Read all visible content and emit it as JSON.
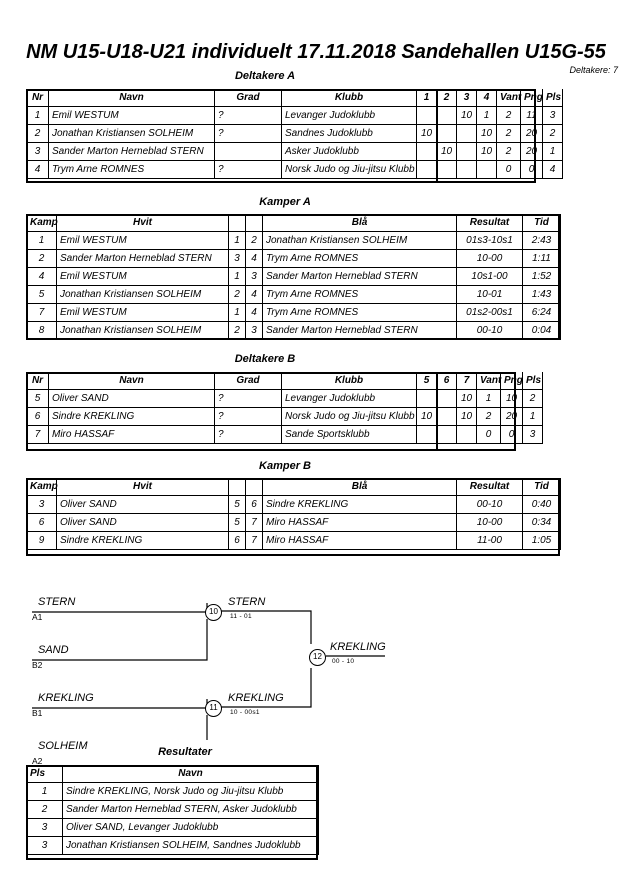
{
  "header": {
    "title": "NM U15-U18-U21 individuelt  17.11.2018  Sandehallen   U15G-55",
    "participants_label": "Deltakere: 7"
  },
  "sections": {
    "deltakere_a": "Deltakere A",
    "kamper_a": "Kamper A",
    "deltakere_b": "Deltakere B",
    "kamper_b": "Kamper B",
    "resultater": "Resultater"
  },
  "pool_a": {
    "headers": [
      "Nr",
      "Navn",
      "Grad",
      "Klubb",
      "1",
      "2",
      "3",
      "4",
      "Vant",
      "Png",
      "Pls"
    ],
    "rows": [
      {
        "nr": "1",
        "navn": "Emil WESTUM",
        "grad": "?",
        "klubb": "Levanger Judoklubb",
        "m": [
          "",
          "",
          "10",
          "1"
        ],
        "vant": "2",
        "png": "11",
        "pls": "3"
      },
      {
        "nr": "2",
        "navn": "Jonathan Kristiansen SOLHEIM",
        "grad": "?",
        "klubb": "Sandnes Judoklubb",
        "m": [
          "10",
          "",
          "",
          "10"
        ],
        "vant": "2",
        "png": "20",
        "pls": "2"
      },
      {
        "nr": "3",
        "navn": "Sander Marton Herneblad STERN",
        "grad": "",
        "klubb": "Asker Judoklubb",
        "m": [
          "",
          "10",
          "",
          "10"
        ],
        "vant": "2",
        "png": "20",
        "pls": "1"
      },
      {
        "nr": "4",
        "navn": "Trym Arne ROMNES",
        "grad": "?",
        "klubb": "Norsk Judo og Jiu-jitsu Klubb",
        "m": [
          "",
          "",
          "",
          ""
        ],
        "vant": "0",
        "png": "0",
        "pls": "4"
      }
    ]
  },
  "matches_a": {
    "headers": [
      "Kamp",
      "Hvit",
      "",
      "",
      "Blå",
      "Resultat",
      "Tid"
    ],
    "rows": [
      {
        "kamp": "1",
        "hvit": "Emil WESTUM",
        "hn": "1",
        "bn": "2",
        "bla": "Jonathan Kristiansen SOLHEIM",
        "resultat": "01s3-10s1",
        "tid": "2:43"
      },
      {
        "kamp": "2",
        "hvit": "Sander Marton Herneblad STERN",
        "hn": "3",
        "bn": "4",
        "bla": "Trym Arne ROMNES",
        "resultat": "10-00",
        "tid": "1:11"
      },
      {
        "kamp": "4",
        "hvit": "Emil WESTUM",
        "hn": "1",
        "bn": "3",
        "bla": "Sander Marton Herneblad STERN",
        "resultat": "10s1-00",
        "tid": "1:52"
      },
      {
        "kamp": "5",
        "hvit": "Jonathan Kristiansen SOLHEIM",
        "hn": "2",
        "bn": "4",
        "bla": "Trym Arne ROMNES",
        "resultat": "10-01",
        "tid": "1:43"
      },
      {
        "kamp": "7",
        "hvit": "Emil WESTUM",
        "hn": "1",
        "bn": "4",
        "bla": "Trym Arne ROMNES",
        "resultat": "01s2-00s1",
        "tid": "6:24"
      },
      {
        "kamp": "8",
        "hvit": "Jonathan Kristiansen SOLHEIM",
        "hn": "2",
        "bn": "3",
        "bla": "Sander Marton Herneblad STERN",
        "resultat": "00-10",
        "tid": "0:04"
      }
    ]
  },
  "pool_b": {
    "headers": [
      "Nr",
      "Navn",
      "Grad",
      "Klubb",
      "5",
      "6",
      "7",
      "Vant",
      "Png",
      "Pls"
    ],
    "rows": [
      {
        "nr": "5",
        "navn": "Oliver SAND",
        "grad": "?",
        "klubb": "Levanger Judoklubb",
        "m": [
          "",
          "",
          "10"
        ],
        "vant": "1",
        "png": "10",
        "pls": "2"
      },
      {
        "nr": "6",
        "navn": "Sindre KREKLING",
        "grad": "?",
        "klubb": "Norsk Judo og Jiu-jitsu Klubb",
        "m": [
          "10",
          "",
          "10"
        ],
        "vant": "2",
        "png": "20",
        "pls": "1"
      },
      {
        "nr": "7",
        "navn": "Miro HASSAF",
        "grad": "?",
        "klubb": "Sande Sportsklubb",
        "m": [
          "",
          "",
          ""
        ],
        "vant": "0",
        "png": "0",
        "pls": "3"
      }
    ]
  },
  "matches_b": {
    "headers": [
      "Kamp",
      "Hvit",
      "",
      "",
      "Blå",
      "Resultat",
      "Tid"
    ],
    "rows": [
      {
        "kamp": "3",
        "hvit": "Oliver SAND",
        "hn": "5",
        "bn": "6",
        "bla": "Sindre KREKLING",
        "resultat": "00-10",
        "tid": "0:40"
      },
      {
        "kamp": "6",
        "hvit": "Oliver SAND",
        "hn": "5",
        "bn": "7",
        "bla": "Miro HASSAF",
        "resultat": "10-00",
        "tid": "0:34"
      },
      {
        "kamp": "9",
        "hvit": "Sindre KREKLING",
        "hn": "6",
        "bn": "7",
        "bla": "Miro HASSAF",
        "resultat": "11-00",
        "tid": "1:05"
      }
    ]
  },
  "bracket": {
    "entries": [
      {
        "name": "STERN",
        "seed": "A1"
      },
      {
        "name": "SAND",
        "seed": "B2"
      },
      {
        "name": "KREKLING",
        "seed": "B1"
      },
      {
        "name": "SOLHEIM",
        "seed": "A2"
      }
    ],
    "nodes": [
      {
        "id": "10",
        "winner": "STERN",
        "score": "11 - 01"
      },
      {
        "id": "11",
        "winner": "KREKLING",
        "score": "10 - 00s1"
      },
      {
        "id": "12",
        "winner": "KREKLING",
        "score": "00 - 10"
      }
    ]
  },
  "results": {
    "headers": [
      "Pls",
      "Navn"
    ],
    "rows": [
      {
        "pls": "1",
        "navn": "Sindre KREKLING, Norsk Judo og Jiu-jitsu Klubb"
      },
      {
        "pls": "2",
        "navn": "Sander Marton Herneblad STERN, Asker Judoklubb"
      },
      {
        "pls": "3",
        "navn": "Oliver SAND, Levanger Judoklubb"
      },
      {
        "pls": "3",
        "navn": "Jonathan Kristiansen SOLHEIM, Sandnes Judoklubb"
      }
    ]
  }
}
